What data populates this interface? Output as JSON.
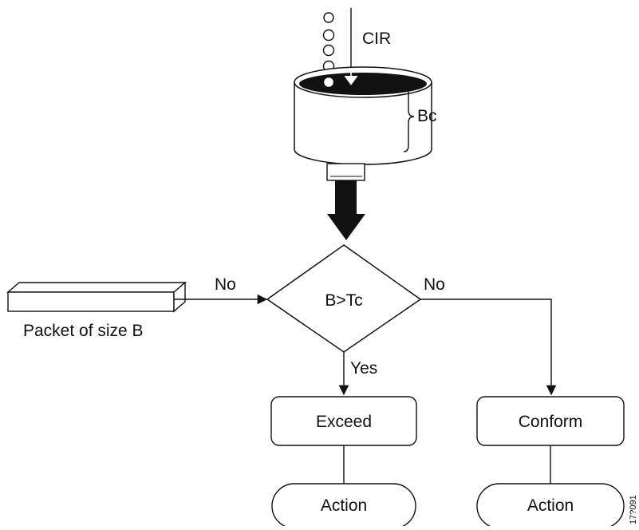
{
  "diagram": {
    "cir_label": "CIR",
    "bc_label": "Bc",
    "decision_label": "B>Tc",
    "packet_label": "Packet of size B",
    "left_no_label": "No",
    "right_no_label": "No",
    "yes_label": "Yes",
    "exceed_label": "Exceed",
    "conform_label": "Conform",
    "action_left_label": "Action",
    "action_right_label": "Action",
    "figure_id": "17?091"
  }
}
